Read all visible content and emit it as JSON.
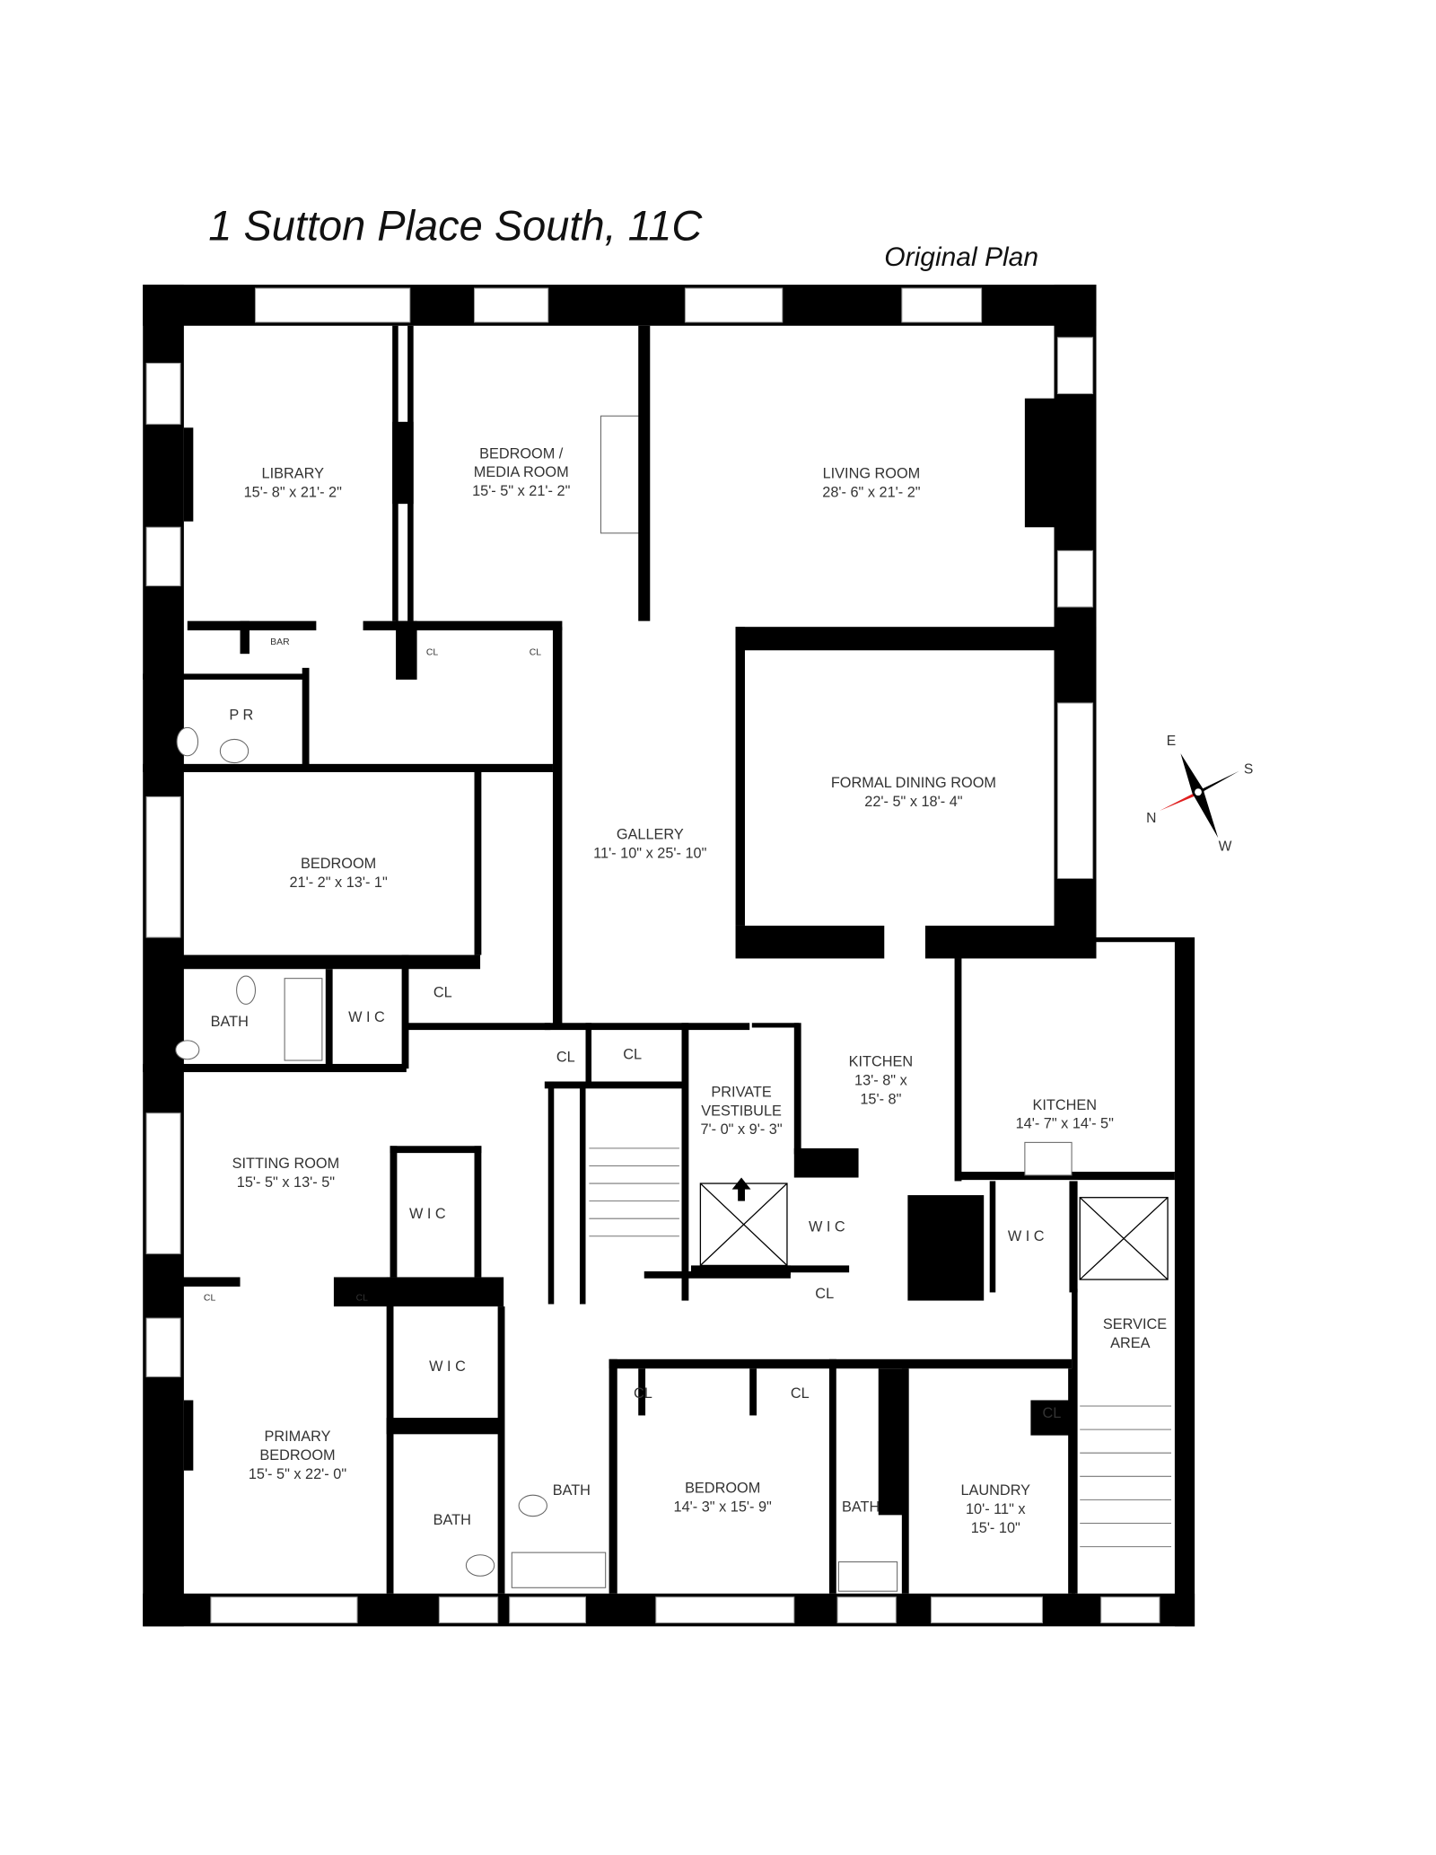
{
  "title": "1 Sutton Place South, 11C",
  "subtitle": "Original Plan",
  "rooms": {
    "library": {
      "name": "LIBRARY",
      "dims": "15'- 8\" x 21'- 2\""
    },
    "media": {
      "name1": "BEDROOM /",
      "name2": "MEDIA ROOM",
      "dims": "15'- 5\" x 21'- 2\""
    },
    "living": {
      "name": "LIVING ROOM",
      "dims": "28'- 6\" x 21'- 2\""
    },
    "dining": {
      "name": "FORMAL DINING ROOM",
      "dims": "22'- 5\" x 18'- 4\""
    },
    "bedroom1": {
      "name": "BEDROOM",
      "dims": "21'- 2\" x 13'- 1\""
    },
    "gallery": {
      "name": "GALLERY",
      "dims": "11'- 10\" x 25'- 10\""
    },
    "vestibule": {
      "name1": "PRIVATE",
      "name2": "VESTIBULE",
      "dims": "7'- 0\" x 9'- 3\""
    },
    "kitchen1": {
      "name": "KITCHEN",
      "dims1": "13'- 8\" x",
      "dims2": "15'- 8\""
    },
    "kitchen2": {
      "name": "KITCHEN",
      "dims": "14'- 7\" x 14'- 5\""
    },
    "sitting": {
      "name": "SITTING ROOM",
      "dims": "15'- 5\" x 13'- 5\""
    },
    "primary": {
      "name1": "PRIMARY",
      "name2": "BEDROOM",
      "dims": "15'- 5\" x 22'- 0\""
    },
    "bedroom3": {
      "name": "BEDROOM",
      "dims": "14'- 3\" x 15'- 9\""
    },
    "laundry": {
      "name": "LAUNDRY",
      "dims1": "10'- 11\" x",
      "dims2": "15'- 10\""
    },
    "service": {
      "name1": "SERVICE",
      "name2": "AREA"
    },
    "powder": "P R",
    "bar": "BAR",
    "baths": [
      "BATH",
      "BATH",
      "BATH",
      "BATH"
    ],
    "wics": [
      "W I C",
      "W I C",
      "W I C",
      "W I C",
      "W I C"
    ],
    "closets": [
      "CL",
      "CL",
      "CL",
      "CL",
      "CL",
      "CL",
      "CL"
    ],
    "small_closets": [
      "CL",
      "CL",
      "CL",
      "CL"
    ]
  },
  "compass": {
    "n": "N",
    "e": "E",
    "s": "S",
    "w": "W",
    "accent": "#e02020"
  }
}
